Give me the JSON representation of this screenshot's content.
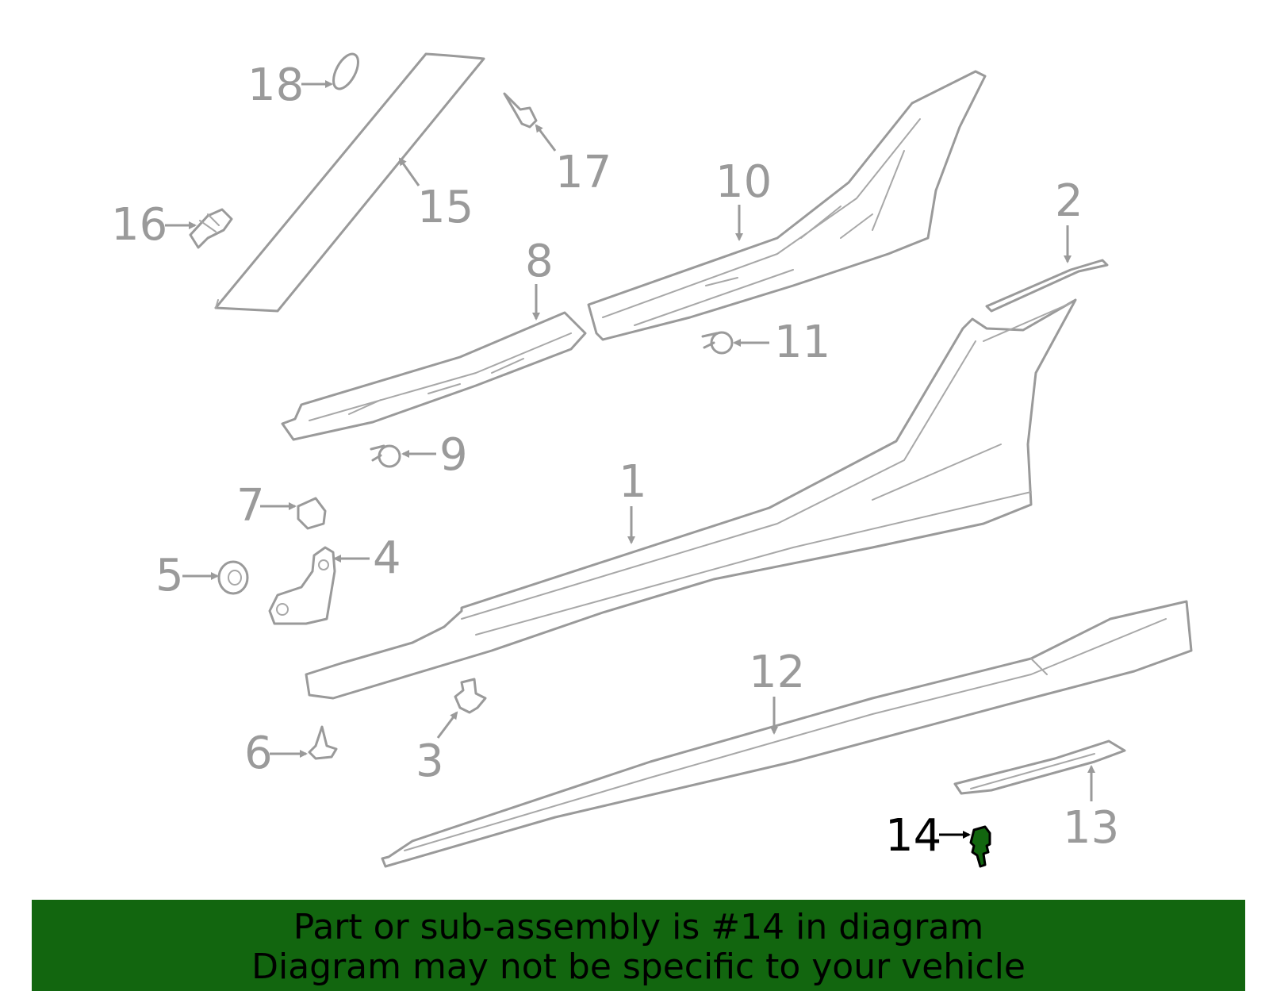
{
  "diagram": {
    "callouts": [
      {
        "id": "1",
        "label": "1"
      },
      {
        "id": "2",
        "label": "2"
      },
      {
        "id": "3",
        "label": "3"
      },
      {
        "id": "4",
        "label": "4"
      },
      {
        "id": "5",
        "label": "5"
      },
      {
        "id": "6",
        "label": "6"
      },
      {
        "id": "7",
        "label": "7"
      },
      {
        "id": "8",
        "label": "8"
      },
      {
        "id": "9",
        "label": "9"
      },
      {
        "id": "10",
        "label": "10"
      },
      {
        "id": "11",
        "label": "11"
      },
      {
        "id": "12",
        "label": "12"
      },
      {
        "id": "13",
        "label": "13"
      },
      {
        "id": "14",
        "label": "14",
        "highlighted": true
      },
      {
        "id": "15",
        "label": "15"
      },
      {
        "id": "16",
        "label": "16"
      },
      {
        "id": "17",
        "label": "17"
      },
      {
        "id": "18",
        "label": "18"
      }
    ],
    "highlight_color": "#12660f",
    "line_color": "#9a9a9a"
  },
  "banner": {
    "line1": "Part or sub-assembly is #14 in diagram",
    "line2": "Diagram may not be specific to your vehicle",
    "background": "#12660f"
  }
}
